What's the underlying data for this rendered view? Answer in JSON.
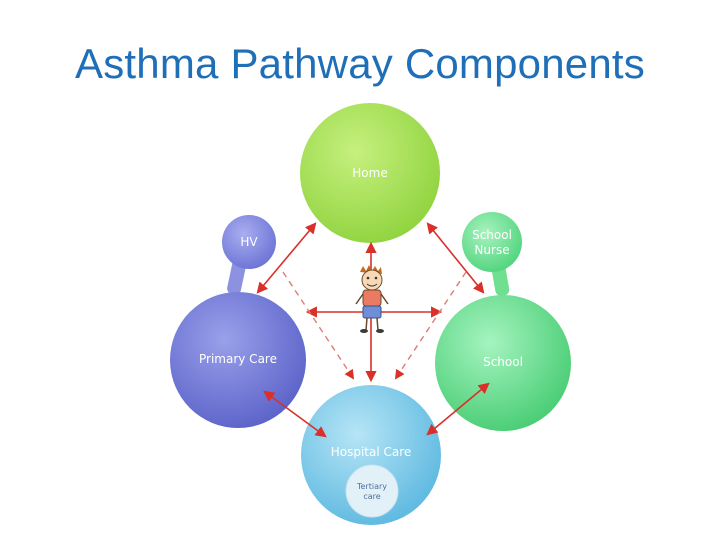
{
  "title": "Asthma Pathway Components",
  "nodes": {
    "home": {
      "label": "Home",
      "color": "#a9e25a"
    },
    "hv": {
      "label": "HV",
      "color": "#7f86e0"
    },
    "school_nurse": {
      "line1": "School",
      "line2": "Nurse",
      "color": "#6ee08e"
    },
    "primary_care": {
      "label": "Primary Care",
      "color": "#6f77d4"
    },
    "school": {
      "label": "School",
      "color": "#5fdf86"
    },
    "hospital_care": {
      "label": "Hospital Care",
      "color": "#7cc9ea"
    },
    "tertiary_care": {
      "line1": "Tertiary",
      "line2": "care",
      "color": "#e2f1f8"
    }
  },
  "arrow_color": "#d9302a"
}
